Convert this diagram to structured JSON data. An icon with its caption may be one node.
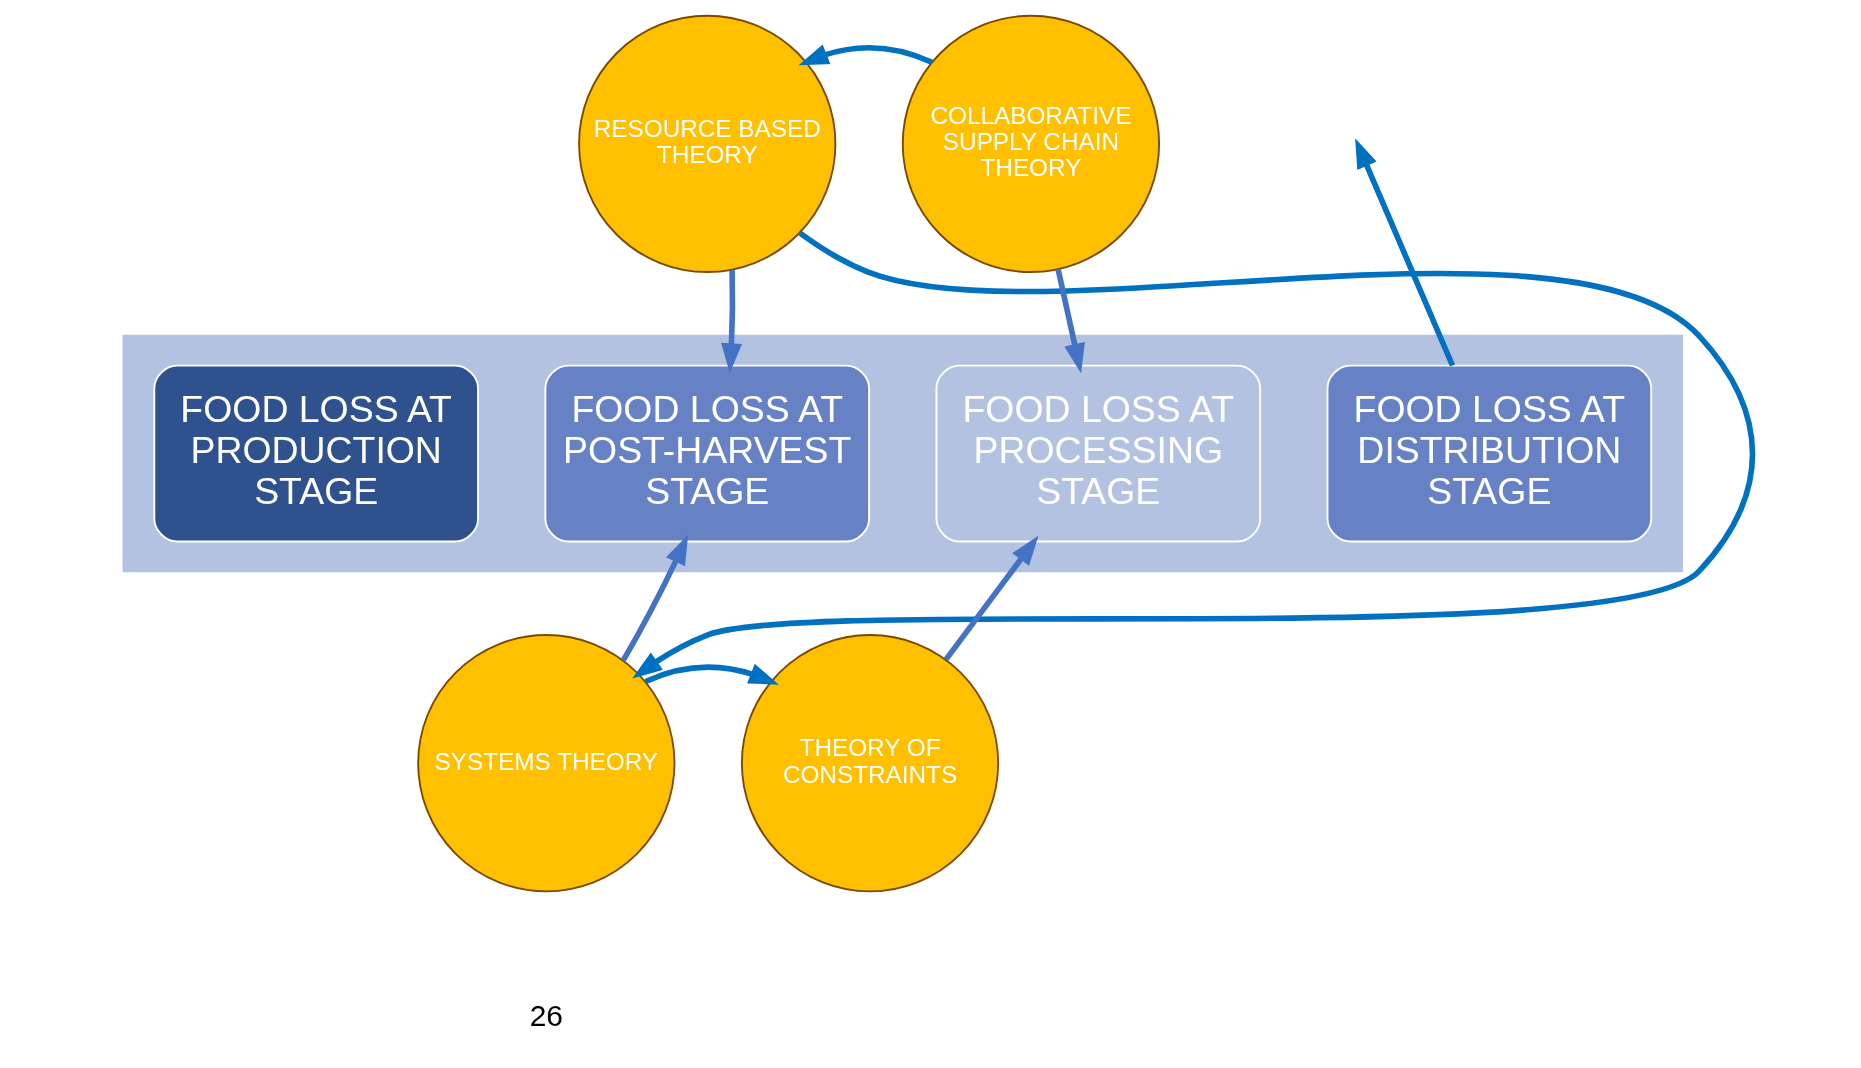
{
  "diagram": {
    "nodes": [
      {
        "text": [
          "RESOURCE BASED THEORY"
        ]
      },
      {
        "text": [
          "COLLABORATIVE SUPPLY CHAIN THEORY"
        ]
      },
      {
        "text": [],
        "shape": "arrow"
      },
      {
        "text": [
          "FOOD LOSS AT PRODUCTION STAGE"
        ],
        "in": 2
      },
      {
        "text": [
          "FOOD LOSS AT POST-HARVEST STAGE"
        ],
        "in": 2
      },
      {
        "text": [
          "FOOD LOSS AT PROCESSING STAGE"
        ],
        "in": 2
      },
      {
        "text": [
          "FOOD LOSS AT DISTRIBUTION STAGE"
        ],
        "in": 2
      },
      {
        "text": [
          "SYSTEMS THEORY"
        ]
      },
      {
        "text": [
          "THEORY OF CONSTRAINTS"
        ]
      }
    ],
    "edges": [
      {
        "from": 1,
        "to": 0,
        "arrow": "to",
        "color": "#0070c0"
      },
      {
        "from": 0,
        "to": 4,
        "arrow": "to",
        "color": "#4472c4"
      },
      {
        "from": 1,
        "to": 5,
        "arrow": "to",
        "color": "#4472c4"
      },
      {
        "from": 0,
        "to": 7,
        "arrow": "to",
        "color": "#0070c0"
      },
      {
        "from": 7,
        "to": 4,
        "arrow": "to",
        "color": "#4472c4"
      },
      {
        "from": 8,
        "to": 5,
        "arrow": "to",
        "color": "#4472c4"
      },
      {
        "from": 7,
        "to": 8,
        "arrow": "to",
        "color": "#0070c0"
      },
      {
        "from": 6,
        "to": null,
        "arrow": "to",
        "color": "#0070c0"
      }
    ],
    "labels": [
      "26"
    ]
  }
}
